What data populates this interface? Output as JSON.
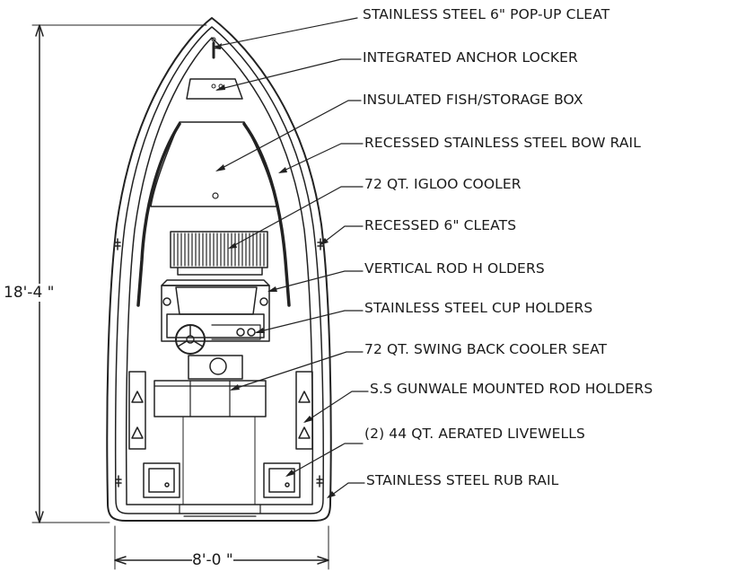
{
  "dimensions": {
    "length": "18'-4 \"",
    "beam": "8'-0 \""
  },
  "callouts": [
    {
      "id": "popup-cleat",
      "text": "STAINLESS STEEL  6\" POP-UP CLEAT"
    },
    {
      "id": "anchor-locker",
      "text": "INTEGRATED  ANCHOR LOCKER"
    },
    {
      "id": "fish-box",
      "text": "INSULATED FISH/STORAGE  BOX"
    },
    {
      "id": "bow-rail",
      "text": "RECESSED STAINLESS STEEL BOW RAIL"
    },
    {
      "id": "igloo-cooler",
      "text": "72 QT.  IGLOO COOLER"
    },
    {
      "id": "recessed-cleats",
      "text": "RECESSED  6\"  CLEATS"
    },
    {
      "id": "rod-holders",
      "text": "VERTICAL ROD H OLDERS"
    },
    {
      "id": "cup-holders",
      "text": "STAINLESS  STEEL CUP  HOLDERS"
    },
    {
      "id": "cooler-seat",
      "text": "72 QT.  SWING BACK COOLER SEAT"
    },
    {
      "id": "gunwale-rod-holders",
      "text": "S.S GUNWALE MOUNTED ROD HOLDERS"
    },
    {
      "id": "livewells",
      "text": "(2)  44  QT.  AERATED LIVEWELLS"
    },
    {
      "id": "rub-rail",
      "text": "STAINLESS  STEEL RUB RAIL"
    }
  ]
}
